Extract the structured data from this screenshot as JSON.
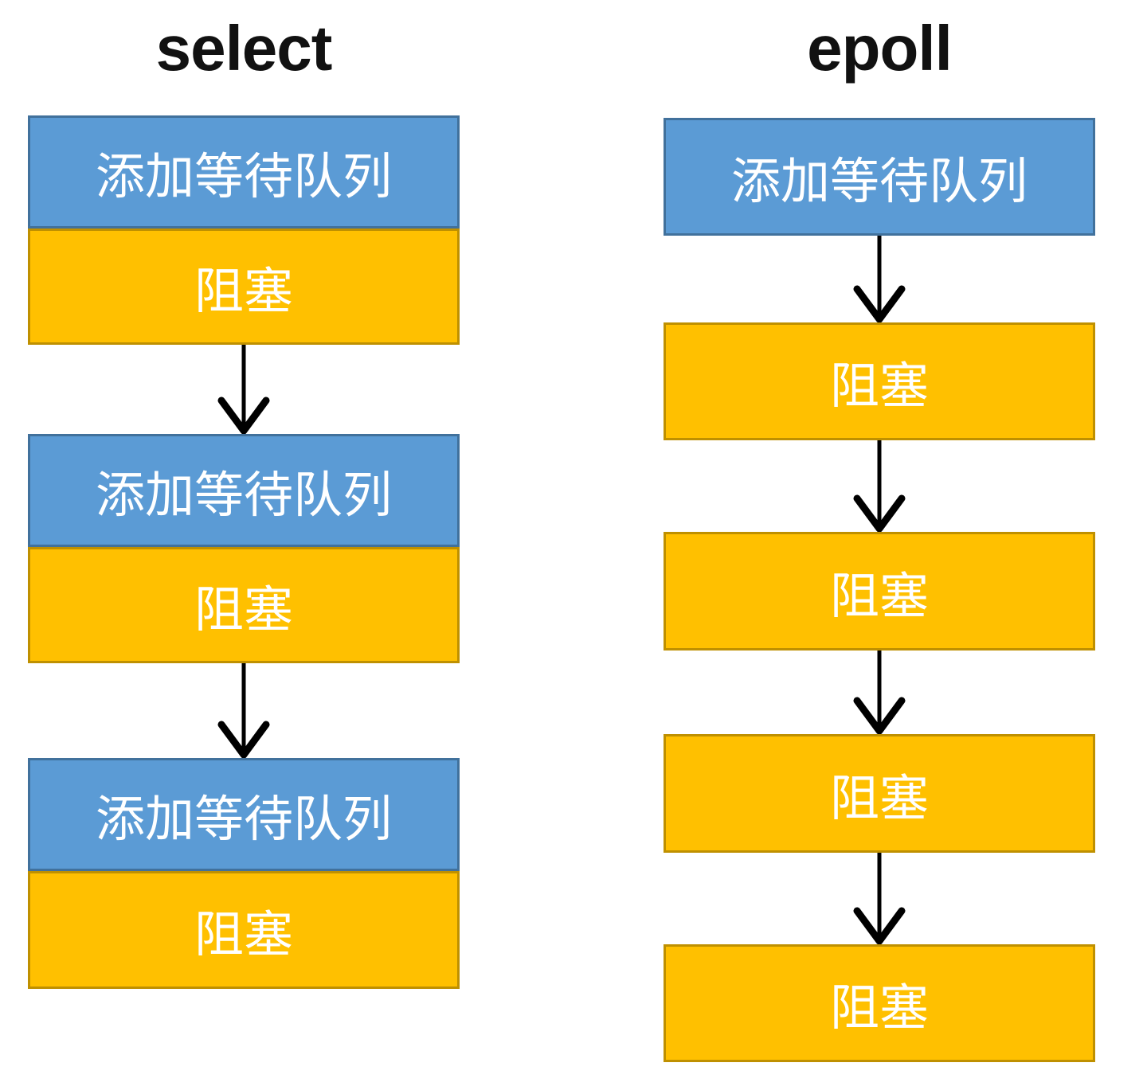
{
  "columns": {
    "left": {
      "title": "select",
      "pairs": [
        {
          "queue": "添加等待队列",
          "block": "阻塞"
        },
        {
          "queue": "添加等待队列",
          "block": "阻塞"
        },
        {
          "queue": "添加等待队列",
          "block": "阻塞"
        }
      ]
    },
    "right": {
      "title": "epoll",
      "queue": "添加等待队列",
      "blocks": [
        "阻塞",
        "阻塞",
        "阻塞",
        "阻塞"
      ]
    }
  },
  "colors": {
    "queue_fill": "#5B9BD5",
    "queue_border": "#41719C",
    "block_fill": "#FFC000",
    "block_border": "#BF9000",
    "arrow": "#000000",
    "title_text": "#111111",
    "box_text": "#FFFFFF"
  }
}
